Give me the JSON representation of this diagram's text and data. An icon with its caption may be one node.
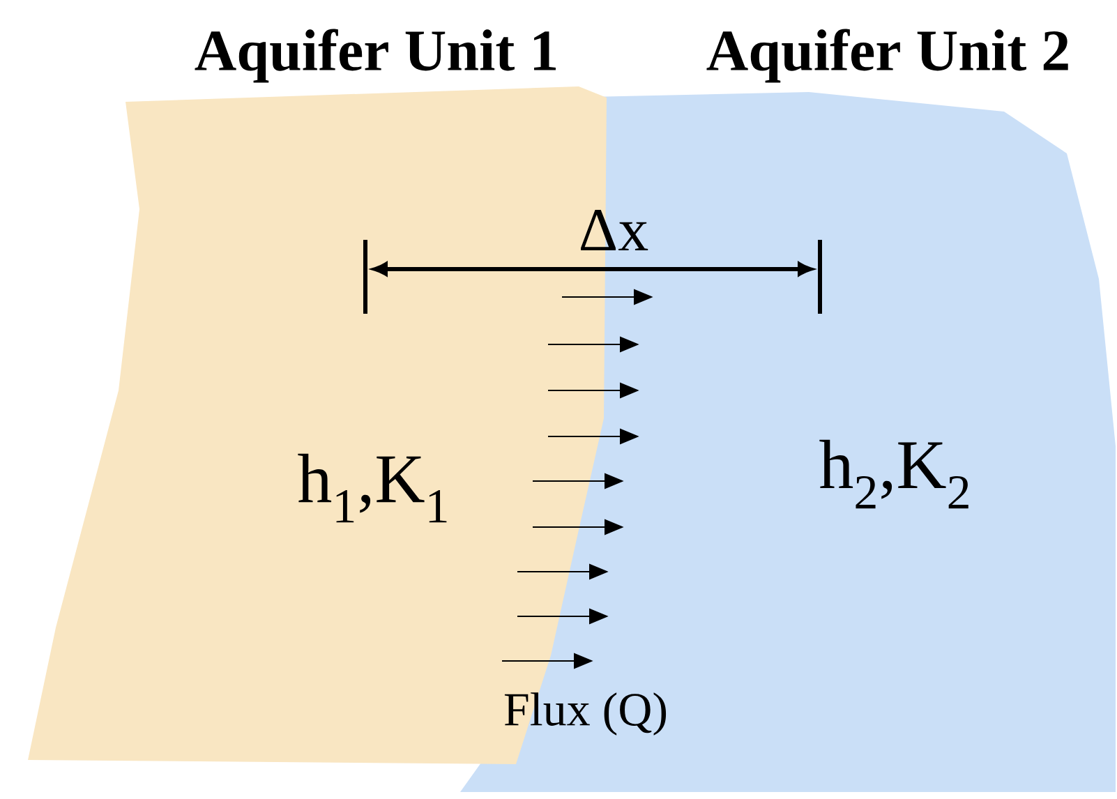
{
  "diagram": {
    "nodes": [
      {
        "text": [
          "Aquifer Unit 1",
          "h$_{1}$,K$_{1}$"
        ]
      },
      {
        "text": [
          "Aquifer Unit 2",
          "h$_{2}$,K$_{2}$"
        ]
      }
    ],
    "edges": [
      {
        "from": 0,
        "to": 1,
        "arrow": "to"
      },
      {
        "from": 0,
        "to": 1,
        "arrow": "to"
      },
      {
        "from": 0,
        "to": 1,
        "arrow": "to"
      },
      {
        "from": 0,
        "to": 1,
        "arrow": "to"
      },
      {
        "from": 0,
        "to": 1,
        "arrow": "to"
      },
      {
        "from": 0,
        "to": 1,
        "arrow": "to"
      },
      {
        "from": 0,
        "to": 1,
        "arrow": "to"
      },
      {
        "from": 0,
        "to": 1,
        "arrow": "to"
      },
      {
        "from": 0,
        "to": 1,
        "arrow": "to"
      }
    ],
    "labels": [
      "Δx",
      "Flux (Q)"
    ]
  }
}
